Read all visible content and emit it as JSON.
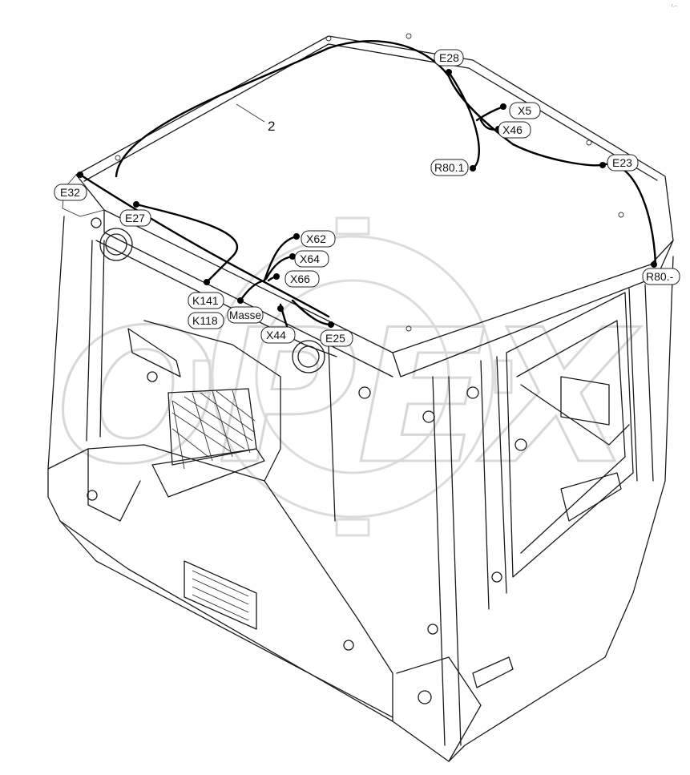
{
  "diagram": {
    "part_callout": "2",
    "watermark": "OPEX",
    "connectors": [
      {
        "id": "e28",
        "label": "E28"
      },
      {
        "id": "x5",
        "label": "X5"
      },
      {
        "id": "x46",
        "label": "X46"
      },
      {
        "id": "r80-1",
        "label": "R80.1"
      },
      {
        "id": "e23",
        "label": "E23"
      },
      {
        "id": "r80-dash",
        "label": "R80.-"
      },
      {
        "id": "e32",
        "label": "E32"
      },
      {
        "id": "e27",
        "label": "E27"
      },
      {
        "id": "x62",
        "label": "X62"
      },
      {
        "id": "x64",
        "label": "X64"
      },
      {
        "id": "x66",
        "label": "X66"
      },
      {
        "id": "k141",
        "label": "K141"
      },
      {
        "id": "masse",
        "label": "Masse"
      },
      {
        "id": "k118",
        "label": "K118"
      },
      {
        "id": "x44",
        "label": "X44"
      },
      {
        "id": "e25",
        "label": "E25"
      }
    ],
    "corner_mark": "r.--"
  }
}
